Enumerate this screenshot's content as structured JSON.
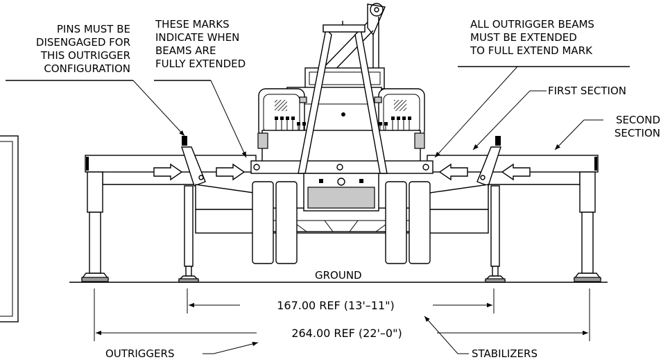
{
  "callouts": {
    "pins_note": [
      "PINS MUST BE",
      "DISENGAGED FOR",
      "THIS OUTRIGGER",
      "CONFIGURATION"
    ],
    "marks_note": [
      "THESE MARKS",
      "INDICATE WHEN",
      "BEAMS ARE",
      "FULLY EXTENDED"
    ],
    "beams_note": [
      "ALL OUTRIGGER BEAMS",
      "MUST BE EXTENDED",
      "TO FULL EXTEND MARK"
    ],
    "first_section": "FIRST SECTION",
    "second_section": [
      "SECOND",
      "SECTION"
    ],
    "ground": "GROUND",
    "outriggers": "OUTRIGGERS",
    "stabilizers": "STABILIZERS"
  },
  "dimensions": {
    "stabilizer_span": "167.00 REF (13'–11\")",
    "outrigger_span": "264.00 REF (22'–0\")"
  }
}
